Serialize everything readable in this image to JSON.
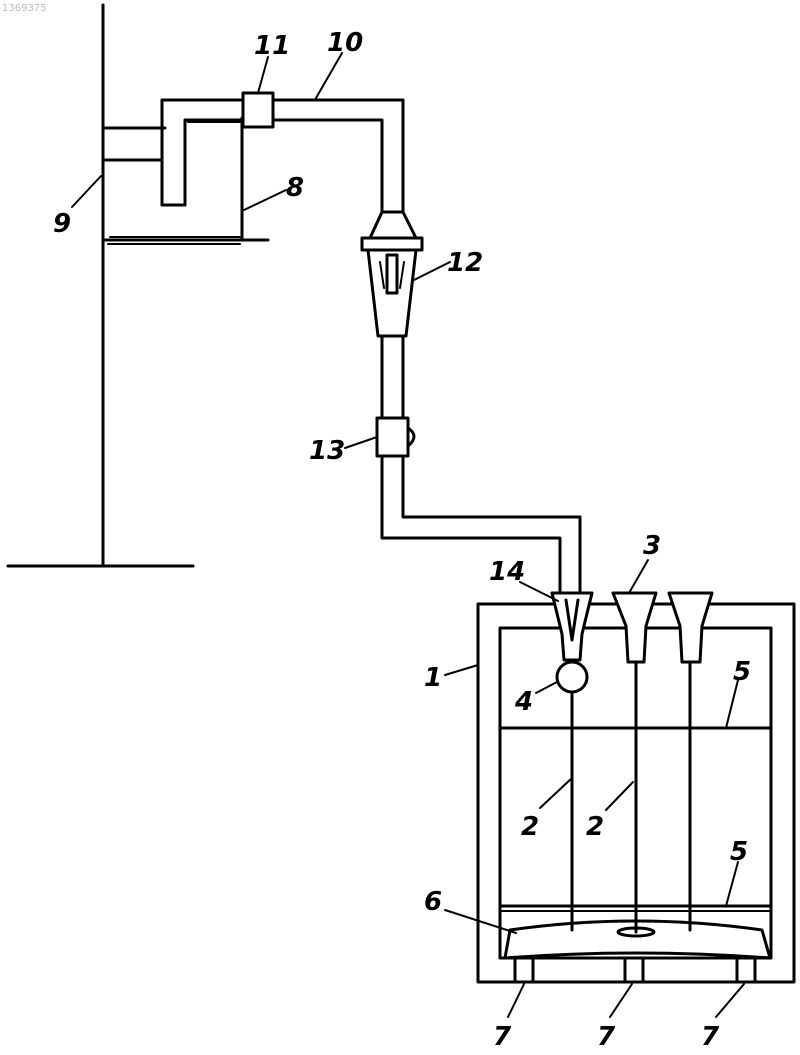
{
  "document_id": "1369375",
  "labels": {
    "housing": "1",
    "rod_a": "2",
    "rod_b": "2",
    "cone": "3",
    "float_ball": "4",
    "partition_top": "5",
    "partition_bottom": "5",
    "base_plate": "6",
    "foot_left": "7",
    "foot_mid": "7",
    "foot_right": "7",
    "reservoir": "8",
    "stand": "9",
    "pipe": "10",
    "valve": "11",
    "dropper": "12",
    "clamp": "13",
    "inlet_funnel": "14"
  }
}
